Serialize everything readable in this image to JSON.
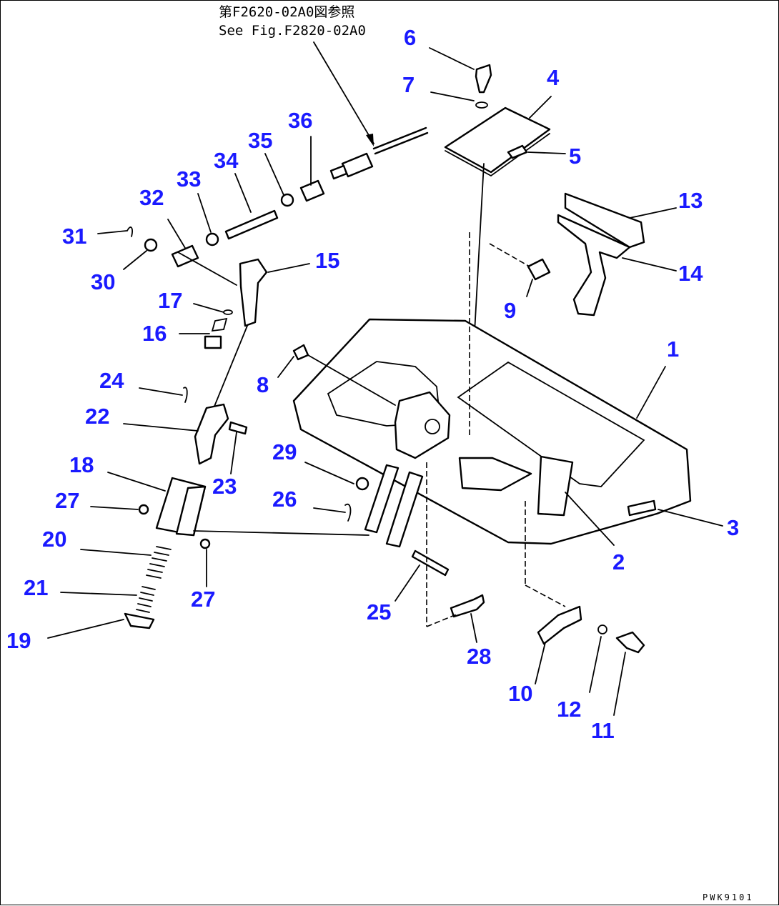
{
  "reference": {
    "line1": "第F2620-02A0図参照",
    "line2": "See Fig.F2820-02A0"
  },
  "figure_code": "PWK9101",
  "callouts": {
    "c1": "1",
    "c2": "2",
    "c3": "3",
    "c4": "4",
    "c5": "5",
    "c6": "6",
    "c7": "7",
    "c8": "8",
    "c9": "9",
    "c10": "10",
    "c11": "11",
    "c12": "12",
    "c13": "13",
    "c14": "14",
    "c15": "15",
    "c16": "16",
    "c17": "17",
    "c18": "18",
    "c19": "19",
    "c20": "20",
    "c21": "21",
    "c22": "22",
    "c23": "23",
    "c24": "24",
    "c25": "25",
    "c26": "26",
    "c27a": "27",
    "c27b": "27",
    "c28": "28",
    "c29": "29",
    "c30": "30",
    "c31": "31",
    "c32": "32",
    "c33": "33",
    "c34": "34",
    "c35": "35",
    "c36": "36"
  },
  "colors": {
    "callout": "#1a1aff",
    "line": "#000000"
  }
}
